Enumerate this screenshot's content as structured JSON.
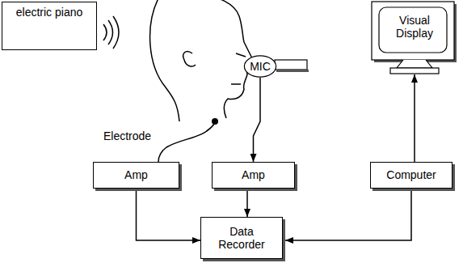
{
  "diagram": {
    "nodes": [
      {
        "text": [
          "electric piano"
        ]
      },
      {
        "text": [
          "Visual Display"
        ]
      },
      {
        "text": [
          "MIC"
        ]
      },
      {
        "text": [
          "Amp"
        ]
      },
      {
        "text": [
          "Amp"
        ]
      },
      {
        "text": [
          "Computer"
        ]
      },
      {
        "text": [
          "Data Recorder"
        ]
      }
    ],
    "edges": [
      {
        "from": 2,
        "to": 4,
        "arrow": "to"
      },
      {
        "from": 3,
        "to": 6,
        "arrow": "to"
      },
      {
        "from": 4,
        "to": 6,
        "arrow": "to"
      },
      {
        "from": 5,
        "to": 6,
        "arrow": "to"
      },
      {
        "from": 5,
        "to": 1,
        "arrow": "to"
      }
    ],
    "labels": [
      "Electrode"
    ]
  }
}
